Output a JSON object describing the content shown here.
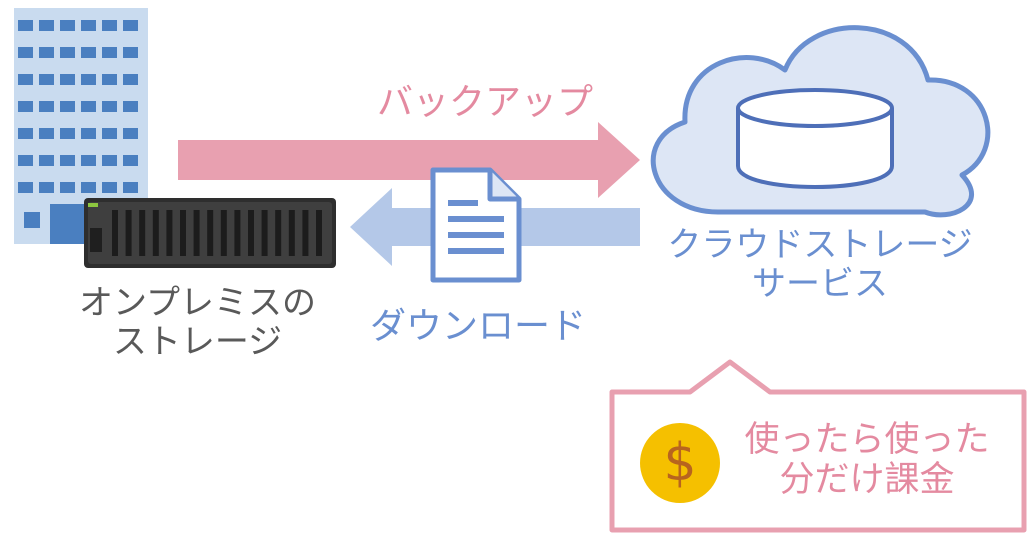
{
  "onprem": {
    "line1": "オンプレミスの",
    "line2": "ストレージ"
  },
  "backup": {
    "label": "バックアップ"
  },
  "download": {
    "label": "ダウンロード"
  },
  "cloud": {
    "line1": "クラウドストレージ",
    "line2": "サービス"
  },
  "billing": {
    "symbol": "$",
    "line1": "使ったら使った",
    "line2": "分だけ課金"
  },
  "colors": {
    "pink": "#e8a0b0",
    "pink_text": "#e48aa0",
    "blue": "#b4c8e8",
    "blue_text": "#6a8fd0",
    "cloud_fill": "#dde6f5",
    "cloud_stroke": "#6a8fd0",
    "coin": "#f5c000",
    "building": "#4a7fc0"
  }
}
